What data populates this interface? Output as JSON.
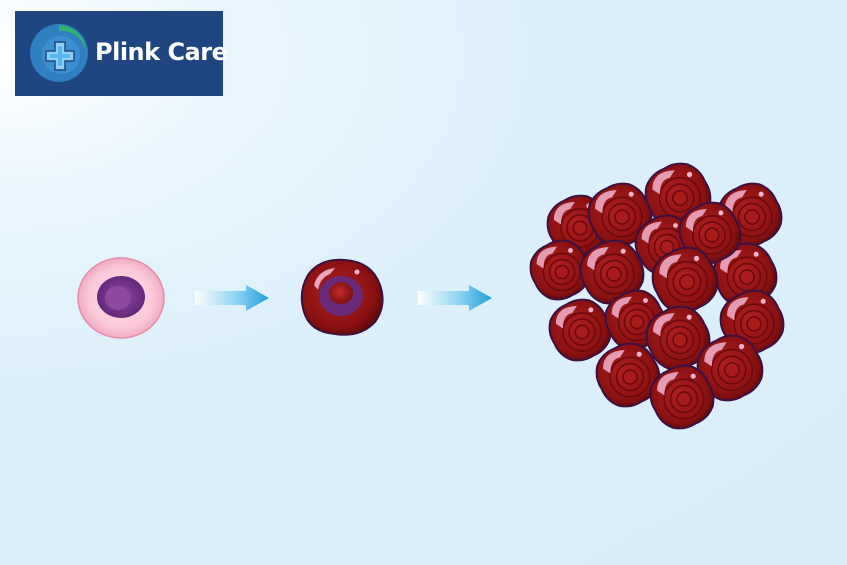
{
  "brand": {
    "name": "Plink Care",
    "logo_bg": "#1f4680",
    "logo_icon": "medical-cross-icon"
  },
  "diagram": {
    "stages": [
      "normal-cell",
      "mutated-cell",
      "tumor-mass"
    ],
    "colors": {
      "normal_cell": "#f7c6d6",
      "nucleus_normal": "#7b3f92",
      "cancer_cell": "#8f1313",
      "arrow": "#2aaae2",
      "background": "#dcf0fb"
    }
  }
}
